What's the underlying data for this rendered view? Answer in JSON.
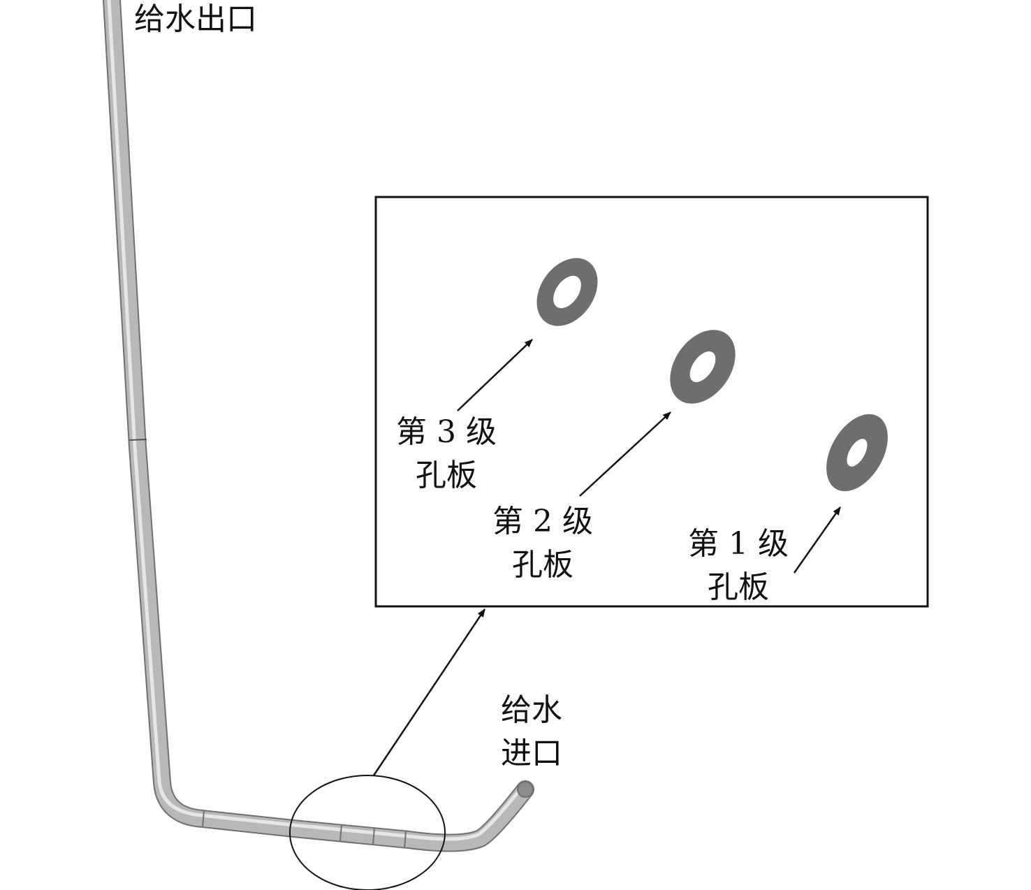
{
  "labels": {
    "outlet": "给水出口",
    "inlet_line1": "给水",
    "inlet_line2": "进口",
    "plate3_line1": "第 3 级",
    "plate3_line2": "孔板",
    "plate2_line1": "第 2 级",
    "plate2_line2": "孔板",
    "plate1_line1": "第 1 级",
    "plate1_line2": "孔板"
  },
  "colors": {
    "pipe_body": "#b8b8b8",
    "pipe_highlight": "#e6e6e6",
    "pipe_edge": "#707070",
    "orifice_plate": "#6e6e6e",
    "line": "#111111"
  }
}
